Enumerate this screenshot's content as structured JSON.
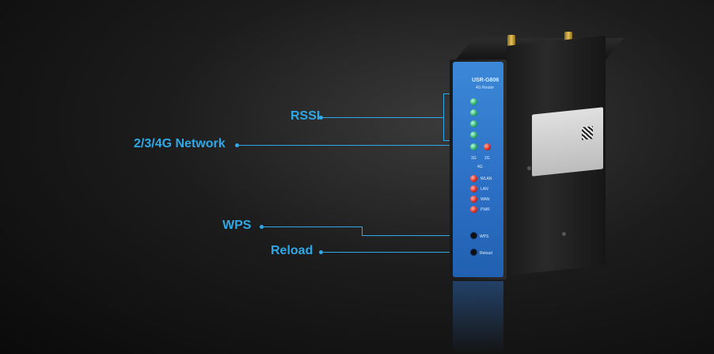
{
  "callouts": {
    "rssi": "RSSI",
    "network": "2/3/4G Network",
    "wps": "WPS",
    "reload": "Reload"
  },
  "device": {
    "brand": "USR-G806",
    "subtitle": "4G Router",
    "led_labels": [
      "WLAN",
      "LAN",
      "WAN",
      "PWR"
    ],
    "net_labels": [
      "3G",
      "2G",
      "4G"
    ],
    "button_labels": [
      "WPS",
      "Reload"
    ]
  },
  "colors": {
    "accent": "#2ea8e6",
    "panel": "#2b6fc4"
  }
}
